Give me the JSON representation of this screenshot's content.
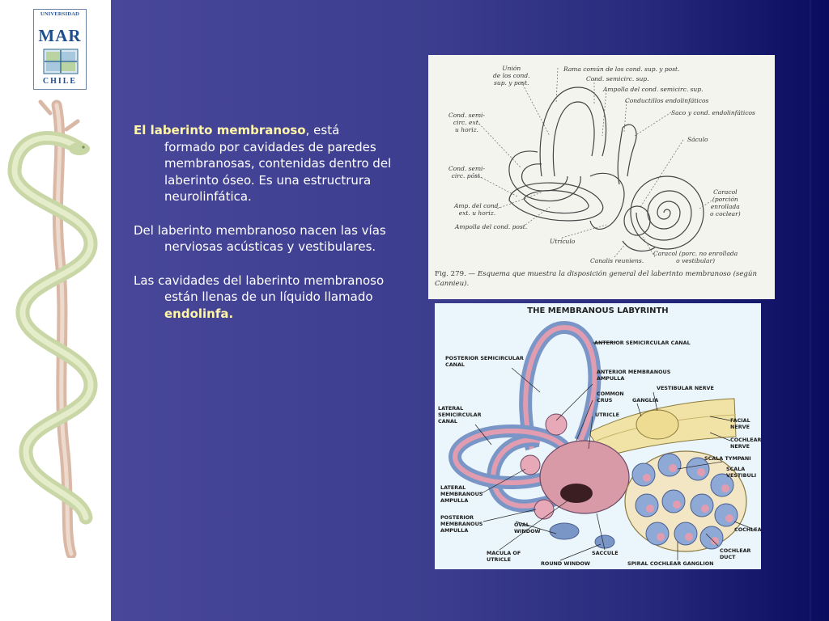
{
  "logo": {
    "top_text": "UNIVERSIDAD",
    "letters": "MAR",
    "bottom_text": "CHILE"
  },
  "paragraphs": [
    {
      "bold": "El laberinto membranoso",
      "rest": ", está formado por cavidades de paredes membranosas, contenidas dentro del laberinto óseo. Es una estructrura neurolinfática."
    },
    {
      "text": "Del laberinto membranoso nacen las vías nerviosas acústicas y vestibulares."
    },
    {
      "text": "Las cavidades del laberinto membranoso están llenas de un líquido llamado ",
      "bold": "endolinfa."
    }
  ],
  "figure_top": {
    "labels": {
      "union": "Unión\nde los cond.\nsup. y post.",
      "rama": "Rama común de los cond. sup. y post.",
      "semicirc_sup": "Cond. semicirc. sup.",
      "ampolla_sup": "Ampolla del cond. semicirc. sup.",
      "conductillos": "Conductillos endolinfáticos",
      "saco": "Saco y cond. endolinfáticos",
      "semi_ext": "Cond. semi-\ncirc. ext.\nu horiz.",
      "saculo": "Sáculo",
      "semi_post": "Cond. semi-\ncirc. post.",
      "caracol": "Caracol\n(porción\nenrollada\no coclear)",
      "amp_ext": "Amp. del cond.\next. u horiz.",
      "amp_post": "Ampolla del cond. post.",
      "utriculo": "Utrículo",
      "caracol_no": "Caracol (porc. no enrollada\no vestibular)",
      "canalis": "Canalis reuniens."
    },
    "caption_prefix": "Fig. 279. — ",
    "caption_italic": "Esquema que muestra la disposición general del laberinto membranoso (según Cannieu)."
  },
  "figure_bottom": {
    "title": "THE MEMBRANOUS LABYRINTH",
    "labels": {
      "ant_canal": "ANTERIOR SEMICIRCULAR CANAL",
      "post_canal": "POSTERIOR SEMICIRCULAR\nCANAL",
      "ant_ampulla": "ANTERIOR MEMBRANOUS\nAMPULLA",
      "vestib_nerve": "VESTIBULAR NERVE",
      "common_crus": "COMMON\nCRUS",
      "ganglia": "GANGLIA",
      "lateral_canal": "LATERAL\nSEMICIRCULAR\nCANAL",
      "utricle": "UTRICLE",
      "facial": "FACIAL\nNERVE",
      "cochlear_nerve": "COCHLEAR\nNERVE",
      "scala_tympani": "SCALA TYMPANI",
      "scala_vest": "SCALA\nVESTIBULI",
      "lat_ampulla": "LATERAL\nMEMBRANOUS\nAMPULLA",
      "post_ampulla": "POSTERIOR\nMEMBRANOUS\nAMPULLA",
      "oval": "OVAL\nWINDOW",
      "cochlea": "COCHLEA",
      "macula": "MACULA OF\nUTRICLE",
      "round": "ROUND WINDOW",
      "saccule": "SACCULE",
      "spiral": "SPIRAL COCHLEAR GANGLION",
      "cochlear_duct": "COCHLEAR\nDUCT"
    }
  }
}
